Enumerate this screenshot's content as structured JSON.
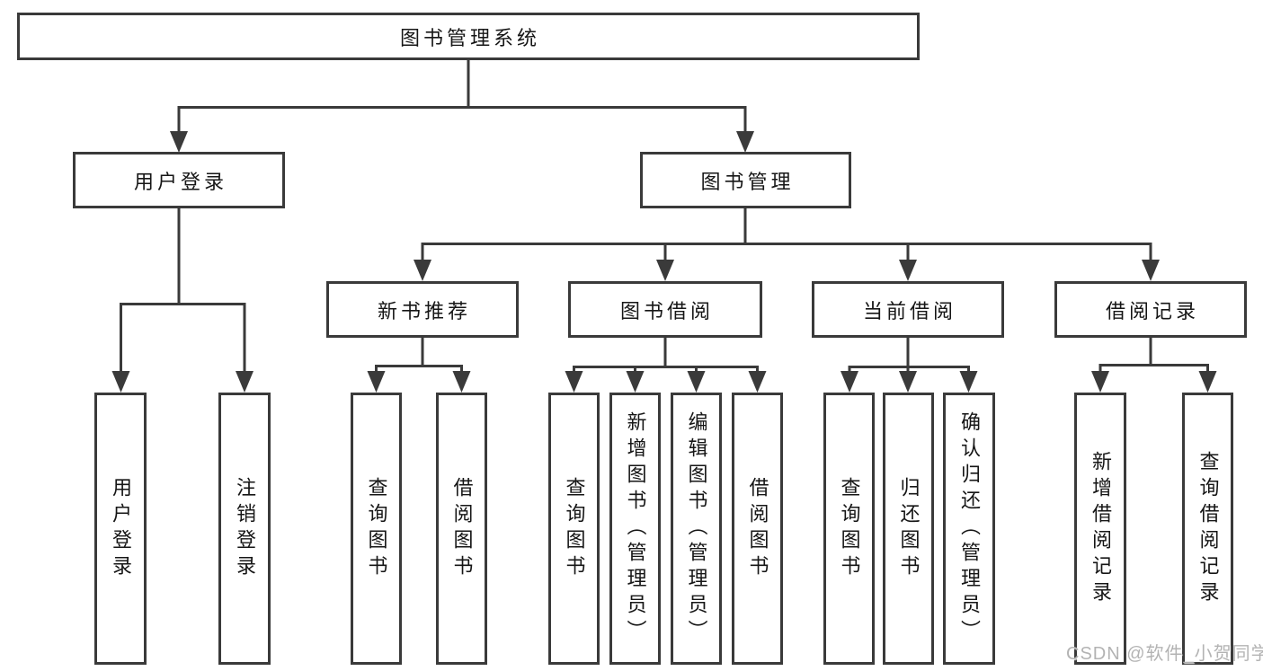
{
  "tree": {
    "label": "图书管理系统",
    "children": [
      {
        "label": "用户登录",
        "children": [
          {
            "label": "用户登录"
          },
          {
            "label": "注销登录"
          }
        ]
      },
      {
        "label": "图书管理",
        "children": [
          {
            "label": "新书推荐",
            "children": [
              {
                "label": "查询图书"
              },
              {
                "label": "借阅图书"
              }
            ]
          },
          {
            "label": "图书借阅",
            "children": [
              {
                "label": "查询图书"
              },
              {
                "label": "新增图书（管理员）"
              },
              {
                "label": "编辑图书（管理员）"
              },
              {
                "label": "借阅图书"
              }
            ]
          },
          {
            "label": "当前借阅",
            "children": [
              {
                "label": "查询图书"
              },
              {
                "label": "归还图书"
              },
              {
                "label": "确认归还（管理员）"
              }
            ]
          },
          {
            "label": "借阅记录",
            "children": [
              {
                "label": "新增借阅记录"
              },
              {
                "label": "查询借阅记录"
              }
            ]
          }
        ]
      }
    ]
  },
  "watermark": {
    "text": "CSDN @软件_小贺同学"
  },
  "colors": {
    "line": "#3a3a3a",
    "text": "#161616",
    "background": "#ffffff",
    "watermark": "#b3b3b3"
  }
}
